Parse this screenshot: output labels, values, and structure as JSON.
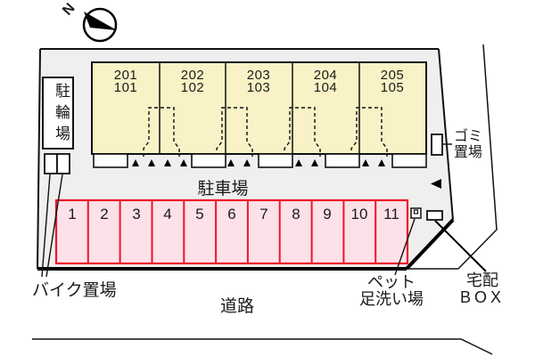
{
  "compass": {
    "north_label": "N"
  },
  "buildings": {
    "units": [
      {
        "upper": "201",
        "lower": "101"
      },
      {
        "upper": "202",
        "lower": "102"
      },
      {
        "upper": "203",
        "lower": "103"
      },
      {
        "upper": "204",
        "lower": "104"
      },
      {
        "upper": "205",
        "lower": "105"
      }
    ]
  },
  "parking": {
    "label": "駐車場",
    "spaces": [
      "1",
      "2",
      "3",
      "4",
      "5",
      "6",
      "7",
      "8",
      "9",
      "10",
      "11"
    ]
  },
  "labels": {
    "bicycle_parking": "駐輪場",
    "bike_area": "バイク置場",
    "road": "道路",
    "garbage_line1": "ゴミ",
    "garbage_line2": "置場",
    "pet_wash_line1": "ペット",
    "pet_wash_line2": "足洗い場",
    "delivery_line1": "宅配",
    "delivery_line2": "BOX"
  },
  "colors": {
    "site_fill": "#efefef",
    "building_fill": "#f8f2c6",
    "parking_fill": "#fde1e9",
    "parking_border": "#ef1527",
    "line": "#000000"
  }
}
